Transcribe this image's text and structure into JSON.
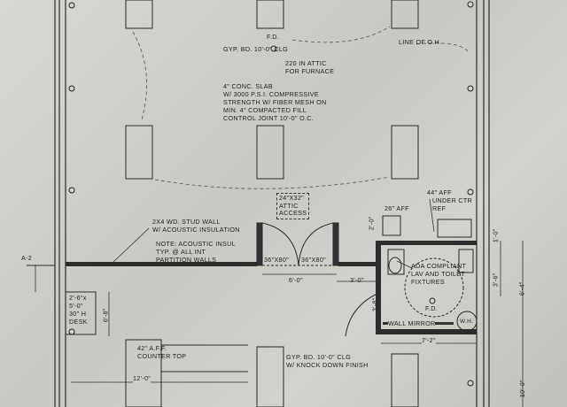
{
  "notes": {
    "fd_top": "F.D.",
    "gyp_top": "GYP. BD. 10'-0\" CLG",
    "line_oh": "LINE OF O.H.",
    "furnace": [
      "220 IN ATTIC",
      "FOR FURNACE"
    ],
    "slab": [
      "4\" CONC. SLAB",
      "W/ 3000 P.S.I. COMPRESSIVE",
      "STRENGTH W/ FIBER MESH ON",
      "MIN. 4\" COMPACTED FILL",
      "CONTROL JOINT 10'-0\" O.C."
    ],
    "attic_access": [
      "24\"X32\"",
      "ATTIC",
      "ACCESS"
    ],
    "stud_wall": [
      "2X4 WD. STUD WALL",
      "W/ ACOUSTIC INSULATION"
    ],
    "acoustic_note": [
      "NOTE: ACOUSTIC INSUL",
      "TYP. @ ALL INT",
      "PARTITION WALLS"
    ],
    "aff_26": "26\" AFF",
    "aff_44": [
      "44\" AFF",
      "UNDER CTR",
      "REF"
    ],
    "door_36x80_a": "36\"X80\"",
    "door_36x80_b": "36\"X80\"",
    "ada": [
      "ADA COMPLIANT",
      "LAV AND TOILET",
      "FIXTURES"
    ],
    "desk": [
      "2'-6\"x",
      "5'-0\"",
      "30\" H",
      "DESK"
    ],
    "fd_bath": "F.D.",
    "wall_mirror": "WALL MIRROR",
    "wh": "W.H.",
    "counter": [
      "42\" A.F.F.",
      "COUNTER TOP"
    ],
    "gyp_bottom": [
      "GYP. BD. 10'-0\" CLG",
      "W/ KNOCK DOWN FINISH"
    ],
    "section_mark": "A-2"
  },
  "dimensions": {
    "d_2_0": "2'-0\"",
    "d_6_0": "6'-0\"",
    "d_3_0": "3'-0\"",
    "d_1_0": "1'-0\"",
    "d_3_6": "3'-6\"",
    "d_6_4": "6'-4\"",
    "d_3_8_bath": "3'-8\"",
    "d_7_2": "7'-2\"",
    "d_12_0": "12'-0\"",
    "d_6_8": "6'-8\"",
    "d_10_0": "10'-0\""
  }
}
